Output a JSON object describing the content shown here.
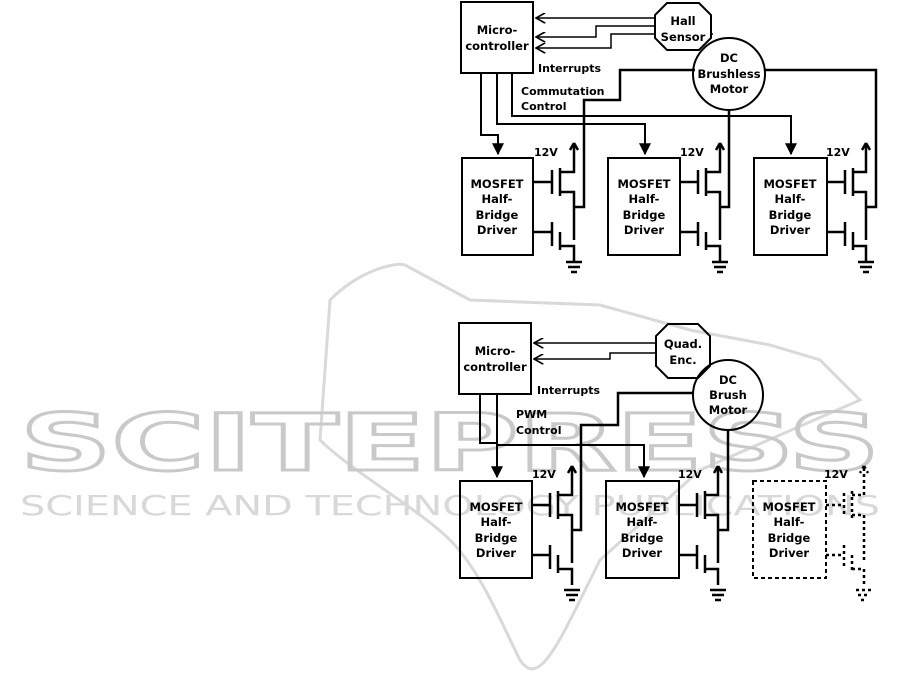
{
  "watermark": {
    "title": "SCITEPRESS",
    "subtitle": "SCIENCE AND TECHNOLOGY PUBLICATIONS"
  },
  "top_diagram": {
    "microcontroller": [
      "Micro-",
      "controller"
    ],
    "sensor": [
      "Hall",
      "Sensor"
    ],
    "motor": [
      "DC",
      "Brushless",
      "Motor"
    ],
    "interrupts": "Interrupts",
    "control": [
      "Commutation",
      "Control"
    ],
    "driver": [
      "MOSFET",
      "Half-",
      "Bridge",
      "Driver"
    ],
    "voltage": "12V"
  },
  "bottom_diagram": {
    "microcontroller": [
      "Micro-",
      "controller"
    ],
    "sensor": [
      "Quad.",
      "Enc."
    ],
    "motor": [
      "DC",
      "Brush",
      "Motor"
    ],
    "interrupts": "Interrupts",
    "control": [
      "PWM",
      "Control"
    ],
    "driver": [
      "MOSFET",
      "Half-",
      "Bridge",
      "Driver"
    ],
    "voltage": "12V"
  }
}
